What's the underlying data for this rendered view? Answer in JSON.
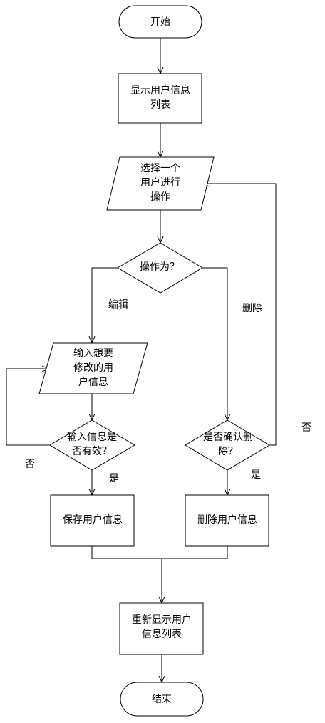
{
  "nodes": {
    "start": {
      "text": "开始"
    },
    "show_list": {
      "line1": "显示用户信息",
      "line2": "列表"
    },
    "select_user": {
      "line1": "选择一个",
      "line2": "用户进行",
      "line3": "操作"
    },
    "operation": {
      "text": "操作为？"
    },
    "input_info": {
      "line1": "输入想要",
      "line2": "修改的用",
      "line3": "户信息"
    },
    "info_valid": {
      "line1": "输入信息是",
      "line2": "否有效？"
    },
    "confirm_delete": {
      "line1": "是否确认删",
      "line2": "除？"
    },
    "save_info": {
      "text": "保存用户信息"
    },
    "delete_info": {
      "text": "删除用户信息"
    },
    "redisplay": {
      "line1": "重新显示用户",
      "line2": "信息列表"
    },
    "end": {
      "text": "结束"
    }
  },
  "edges": {
    "edit": "编辑",
    "delete": "删除",
    "valid_no": "否",
    "valid_yes": "是",
    "confirm_no": "否",
    "confirm_yes": "是"
  }
}
